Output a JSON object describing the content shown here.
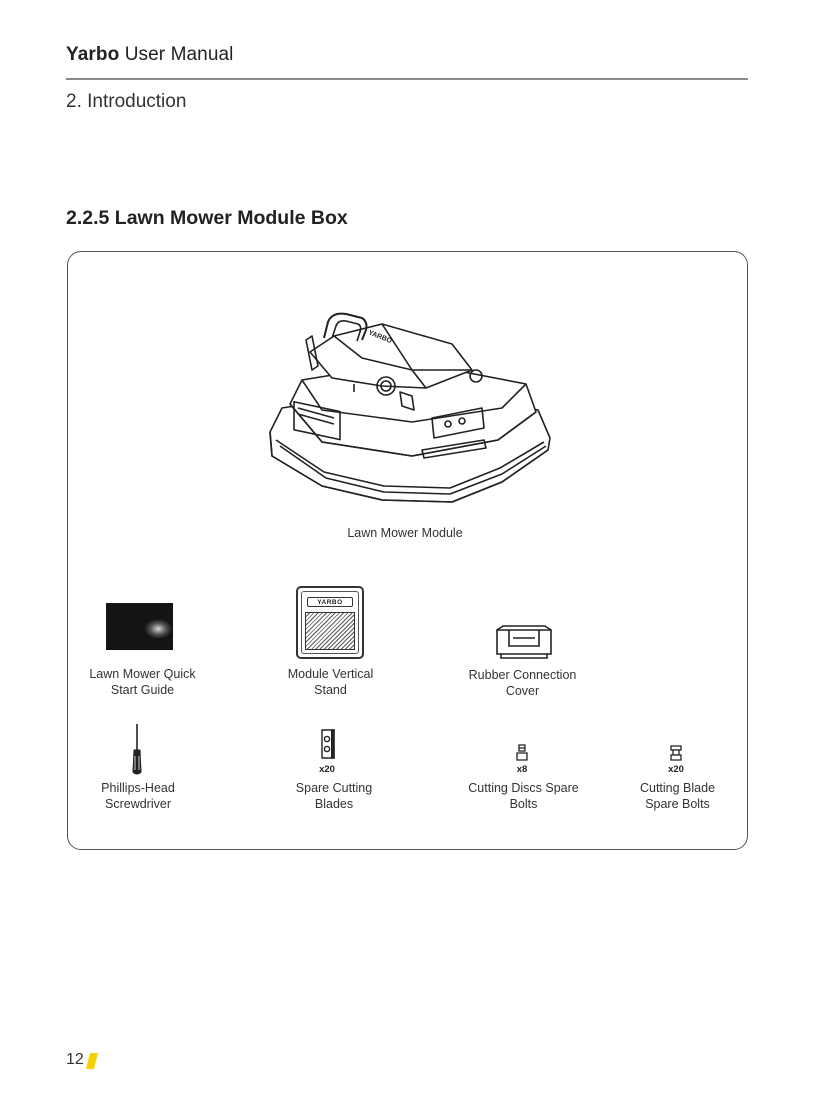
{
  "header": {
    "brand": "Yarbo",
    "title_rest": " User Manual",
    "chapter": "2. Introduction"
  },
  "section": {
    "title": "2.2.5 Lawn Mower Module Box"
  },
  "items": {
    "main": {
      "label": "Lawn Mower Module"
    },
    "quick_guide": {
      "line1": "Lawn Mower Quick",
      "line2": "Start Guide"
    },
    "vertical_stand": {
      "line1": "Module Vertical",
      "line2": "Stand",
      "brand_print": "YARBO"
    },
    "rubber_cover": {
      "line1": "Rubber Connection",
      "line2": "Cover"
    },
    "screwdriver": {
      "line1": "Phillips-Head",
      "line2": "Screwdriver"
    },
    "spare_blades": {
      "line1": "Spare Cutting",
      "line2": "Blades",
      "qty": "x20"
    },
    "disc_bolts": {
      "line1": "Cutting Discs Spare",
      "line2": "Bolts",
      "qty": "x8"
    },
    "blade_bolts": {
      "line1": "Cutting Blade",
      "line2": "Spare Bolts",
      "qty": "x20"
    }
  },
  "footer": {
    "page_number": "12",
    "accent_color": "#f5d100"
  }
}
